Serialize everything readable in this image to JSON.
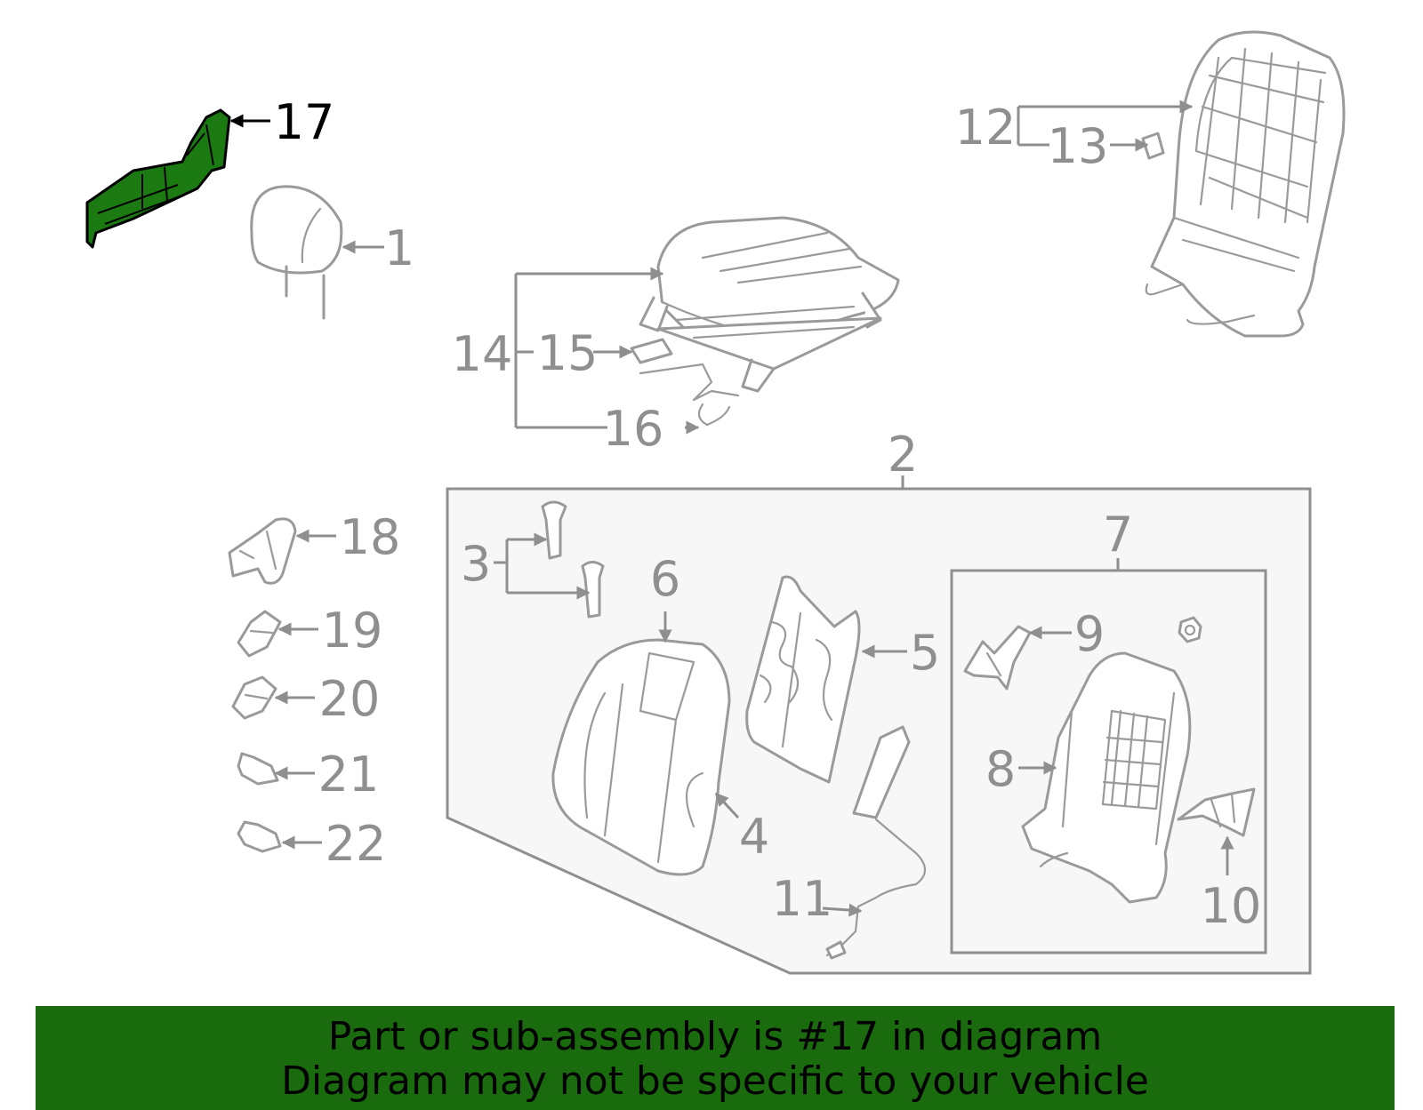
{
  "highlight_color": "#1c7a12",
  "banner_color": "#1a6b0e",
  "callouts": {
    "c1": "1",
    "c2": "2",
    "c3": "3",
    "c4": "4",
    "c5": "5",
    "c6": "6",
    "c7": "7",
    "c8": "8",
    "c9": "9",
    "c10": "10",
    "c11": "11",
    "c12": "12",
    "c13": "13",
    "c14": "14",
    "c15": "15",
    "c16": "16",
    "c17": "17",
    "c18": "18",
    "c19": "19",
    "c20": "20",
    "c21": "21",
    "c22": "22"
  },
  "banner": {
    "line1": "Part or sub-assembly is #17 in diagram",
    "line2": "Diagram may not be specific to your vehicle"
  }
}
